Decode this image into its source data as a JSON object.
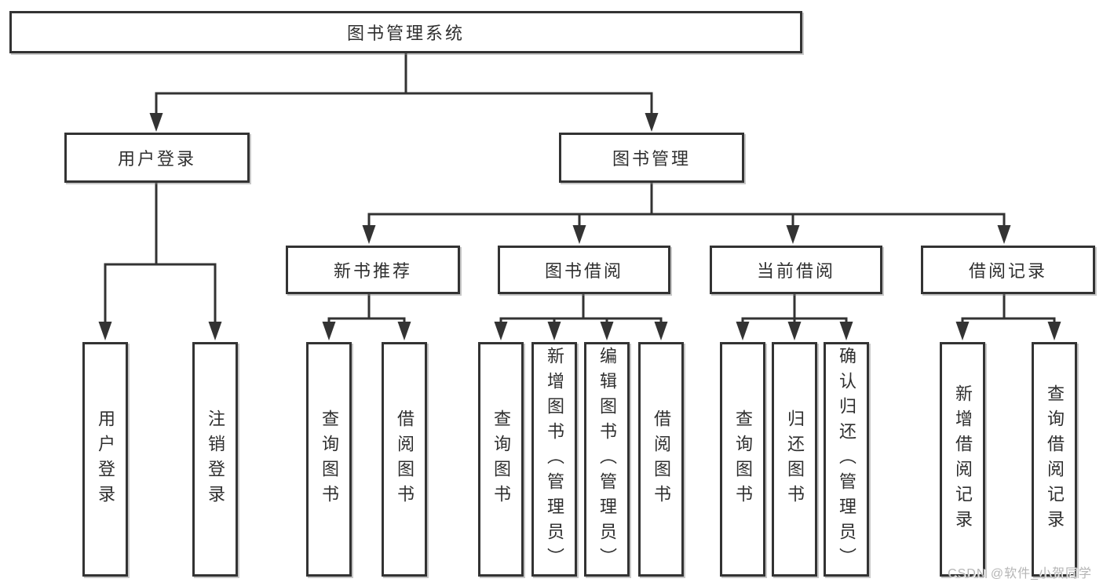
{
  "diagram": {
    "root": "图书管理系统",
    "level2": [
      {
        "label": "用户登录",
        "children": [
          "用户登录",
          "注销登录"
        ]
      },
      {
        "label": "图书管理"
      }
    ],
    "level3": [
      {
        "label": "新书推荐",
        "children": [
          "查询图书",
          "借阅图书"
        ]
      },
      {
        "label": "图书借阅",
        "children": [
          "查询图书",
          "新增图书（管理员）",
          "编辑图书（管理员）",
          "借阅图书"
        ]
      },
      {
        "label": "当前借阅",
        "children": [
          "查询图书",
          "归还图书",
          "确认归还（管理员）"
        ]
      },
      {
        "label": "借阅记录",
        "children": [
          "新增借阅记录",
          "查询借阅记录"
        ]
      }
    ]
  },
  "watermark": "CSDN @软件_小贺同学",
  "colors": {
    "line": "#333333",
    "box_border": "#333333",
    "text": "#2f2f2f",
    "background": "#ffffff",
    "watermark": "#b5b5b5"
  }
}
